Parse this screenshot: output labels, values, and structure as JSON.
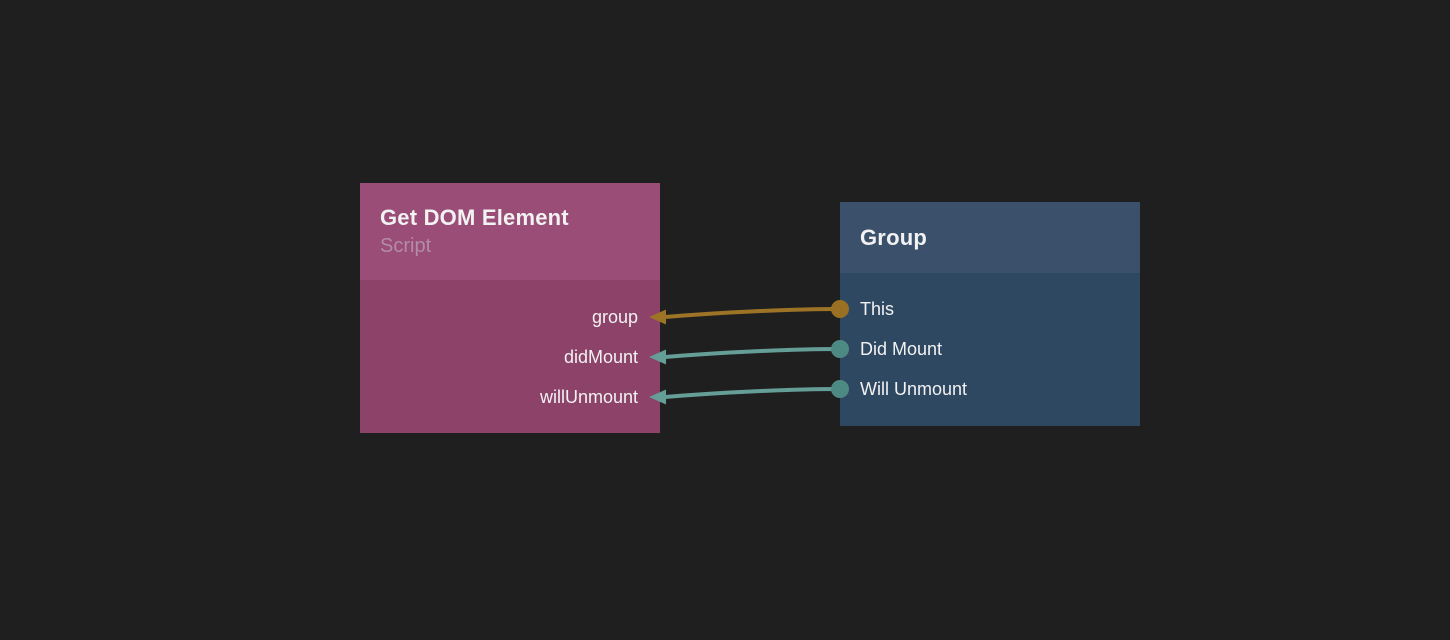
{
  "canvas": {
    "background_color": "#1f1f1f"
  },
  "nodes": {
    "script": {
      "title": "Get DOM Element",
      "subtitle": "Script",
      "header_color": "#9a4d76",
      "body_color": "#8c4269",
      "subtitle_color": "#b38ca7",
      "text_color": "#f2f2f2",
      "ports": [
        {
          "label": "group"
        },
        {
          "label": "didMount"
        },
        {
          "label": "willUnmount"
        }
      ]
    },
    "group": {
      "title": "Group",
      "header_color": "#3a506b",
      "body_color": "#2f4862",
      "text_color": "#f2f2f2",
      "ports": [
        {
          "label": "This"
        },
        {
          "label": "Did Mount"
        },
        {
          "label": "Will Unmount"
        }
      ]
    }
  },
  "connections": [
    {
      "from": "Group / This",
      "to": "Get DOM Element / group",
      "line_color": "#9d7426",
      "dot_color": "#9a7023"
    },
    {
      "from": "Group / Did Mount",
      "to": "Get DOM Element / didMount",
      "line_color": "#659e97",
      "dot_color": "#4e8a84"
    },
    {
      "from": "Group / Will Unmount",
      "to": "Get DOM Element / willUnmount",
      "line_color": "#659e97",
      "dot_color": "#4e8a84"
    }
  ]
}
